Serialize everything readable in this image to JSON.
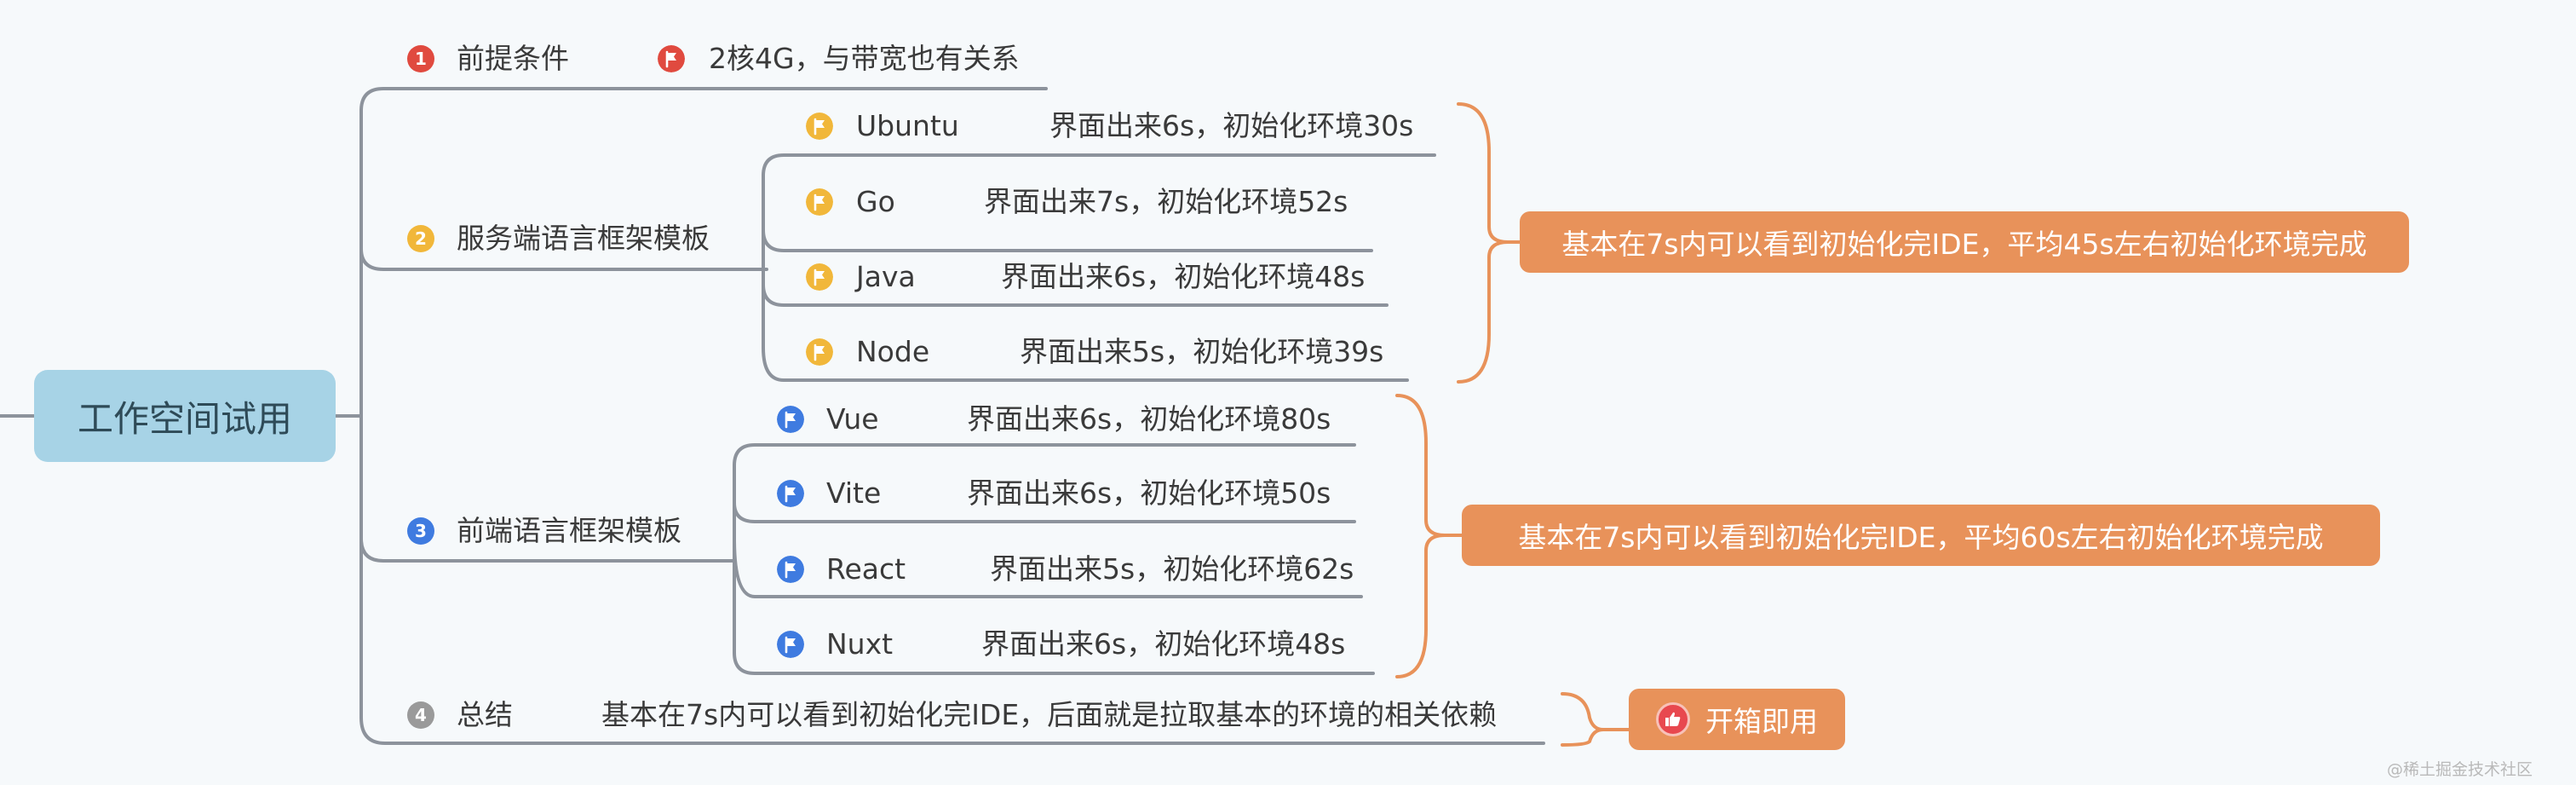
{
  "root": {
    "label": "工作空间试用"
  },
  "branches": [
    {
      "number": "1",
      "label": "前提条件",
      "color": "#e04a3f",
      "note": "2核4G，与带宽也有关系",
      "note_flag_color": "#e04a3f"
    },
    {
      "number": "2",
      "label": "服务端语言框架模板",
      "color": "#f1b73a",
      "flag_color": "#f1b73a",
      "items": [
        {
          "name": "Ubuntu",
          "detail": "界面出来6s，初始化环境30s"
        },
        {
          "name": "Go",
          "detail": "界面出来7s，初始化环境52s"
        },
        {
          "name": "Java",
          "detail": "界面出来6s，初始化环境48s"
        },
        {
          "name": "Node",
          "detail": "界面出来5s，初始化环境39s"
        }
      ],
      "summary": "基本在7s内可以看到初始化完IDE，平均45s左右初始化环境完成"
    },
    {
      "number": "3",
      "label": "前端语言框架模板",
      "color": "#3f7be0",
      "flag_color": "#3f7be0",
      "items": [
        {
          "name": "Vue",
          "detail": "界面出来6s，初始化环境80s"
        },
        {
          "name": "Vite",
          "detail": "界面出来6s，初始化环境50s"
        },
        {
          "name": "React",
          "detail": "界面出来5s，初始化环境62s"
        },
        {
          "name": "Nuxt",
          "detail": "界面出来6s，初始化环境48s"
        }
      ],
      "summary": "基本在7s内可以看到初始化完IDE，平均60s左右初始化环境完成"
    },
    {
      "number": "4",
      "label": "总结",
      "color": "#9a9a9a",
      "note": "基本在7s内可以看到初始化完IDE，后面就是拉取基本的环境的相关依赖",
      "badge": "开箱即用"
    }
  ],
  "colors": {
    "line": "#8d939c",
    "brace": "#e8925a",
    "callout_bg": "#e8925a",
    "root_bg": "#a7d3e6"
  },
  "watermark": "@稀土掘金技术社区"
}
